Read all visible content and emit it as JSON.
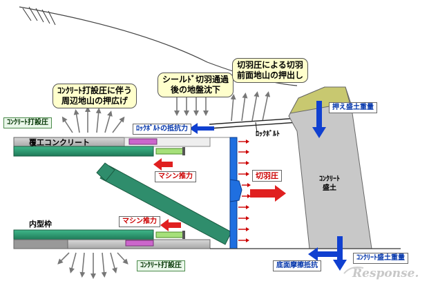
{
  "labels": {
    "shield_settlement_l1": "シールﾄﾞ切羽通過",
    "shield_settlement_l2": "後の地盤沈下",
    "face_push_l1": "切羽圧による切羽",
    "face_push_l2": "前面地山の押出し",
    "concrete_push_l1": "ｺﾝｸﾘｰﾄ打設圧に伴う",
    "concrete_push_l2": "周辺地山の押広げ",
    "concrete_pressure_top": "ｺﾝｸﾘｰﾄ打設圧",
    "concrete_pressure_bottom": "ｺﾝｸﾘｰﾄ打設圧",
    "rockbolt_resistance": "ﾛｯｸﾎﾞﾙﾄの抵抗力",
    "rockbolt": "ﾛｯｸﾎﾞﾙﾄ",
    "lining_concrete": "覆工コンクリート",
    "machine_thrust_top": "マシン推力",
    "machine_thrust_bottom": "マシン推力",
    "face_pressure": "切羽圧",
    "inner_form": "内型枠",
    "press_fill_weight": "押え盛土重量",
    "concrete_fill_l1": "ｺﾝｸﾘｰﾄ",
    "concrete_fill_l2": "盛土",
    "base_friction": "底面摩擦抵抗",
    "concrete_fill_weight": "ｺﾝｸﾘｰﾄ盛土重量",
    "watermark": "Response."
  },
  "colors": {
    "green_lining": "#2e9a72",
    "gray_concrete": "#b8b8b8",
    "blue_face": "#1f6fe0",
    "red_arrow": "#e02020",
    "blue_arrow": "#1040d0",
    "khaki": "#c8c870"
  }
}
